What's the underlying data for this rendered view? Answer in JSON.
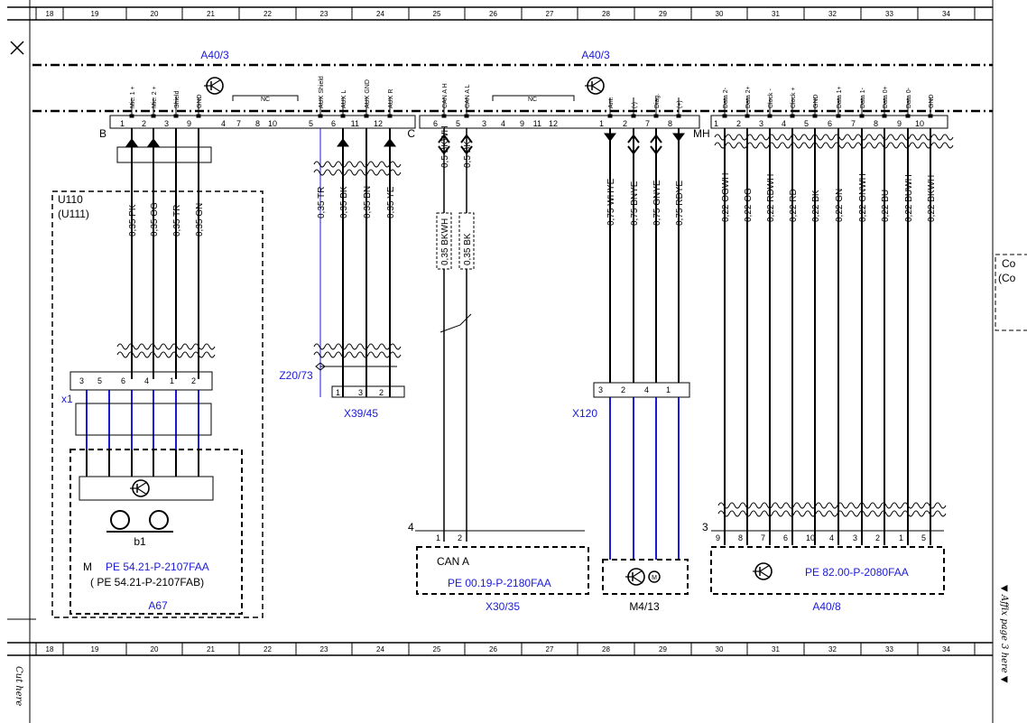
{
  "grid_columns": [
    "18",
    "19",
    "20",
    "21",
    "22",
    "23",
    "24",
    "25",
    "26",
    "27",
    "28",
    "29",
    "30",
    "31",
    "32",
    "33",
    "34"
  ],
  "connectors": {
    "a40_3_left": "A40/3",
    "a40_3_right": "A40/3",
    "b": "B",
    "c": "C",
    "mh": "MH",
    "nc": "NC"
  },
  "pins_b": [
    {
      "label": "Mic. 1 +",
      "num": "1"
    },
    {
      "label": "Mic. 2 +",
      "num": "2"
    },
    {
      "label": "Shield",
      "num": "3"
    },
    {
      "label": "GND",
      "num": "9"
    },
    {
      "label": "",
      "num": "4"
    },
    {
      "label": "",
      "num": "7"
    },
    {
      "label": "",
      "num": "8"
    },
    {
      "label": "",
      "num": "10"
    },
    {
      "label": "AUX Shield",
      "num": "5"
    },
    {
      "label": "AUX L",
      "num": "6"
    },
    {
      "label": "AUX GND",
      "num": "11"
    },
    {
      "label": "AUX R",
      "num": "12"
    }
  ],
  "pins_c": [
    {
      "label": "CAN A H",
      "num": "6"
    },
    {
      "label": "CAN A L",
      "num": "5"
    },
    {
      "label": "",
      "num": "3"
    },
    {
      "label": "",
      "num": "4"
    },
    {
      "label": "",
      "num": "9"
    },
    {
      "label": "",
      "num": "11"
    },
    {
      "label": "",
      "num": "12"
    },
    {
      "label": "Ant.",
      "num": "1"
    },
    {
      "label": "(-)",
      "num": "2"
    },
    {
      "label": "Diag.",
      "num": "7"
    },
    {
      "label": "(+)",
      "num": "8"
    }
  ],
  "pins_mh": [
    {
      "label": "Data 2-",
      "num": "1"
    },
    {
      "label": "Data 2+",
      "num": "2"
    },
    {
      "label": "Clock -",
      "num": "3"
    },
    {
      "label": "Clock +",
      "num": "4"
    },
    {
      "label": "GND",
      "num": "5"
    },
    {
      "label": "Data 1+",
      "num": "6"
    },
    {
      "label": "Data 1-",
      "num": "7"
    },
    {
      "label": "Data 0+",
      "num": "8"
    },
    {
      "label": "Data 0-",
      "num": "9"
    },
    {
      "label": "GND",
      "num": "10"
    }
  ],
  "wires": {
    "a67": [
      "0,35 PK",
      "0,35 OG",
      "0,35 TR",
      "0,35 GN"
    ],
    "aux": [
      "0,35 TR",
      "0,35 BK",
      "0,35 BN",
      "0,35 YE"
    ],
    "can_top": [
      "0,5 BKWH",
      "0,5 BK"
    ],
    "can_box": [
      "0,35 BKWH",
      "0,35 BK"
    ],
    "ant": [
      "0,75 WHYE",
      "0,75 BNYE",
      "0,75 GNYE",
      "0,75 RDYE"
    ],
    "data": [
      "0,22 OGWH",
      "0,22 OG",
      "0,22 RDWH",
      "0,22 RD",
      "0,22 BK",
      "0,22 GN",
      "0,22 GNWH",
      "0,22 BU",
      "0,22 BUWH",
      "0,22 BKWH"
    ]
  },
  "x1_pins": [
    "3",
    "5",
    "6",
    "4",
    "1",
    "2"
  ],
  "x39_pins": [
    "1",
    "3",
    "2"
  ],
  "x120_pins": [
    "3",
    "2",
    "4",
    "1"
  ],
  "x30_pins": [
    "1",
    "2"
  ],
  "a40_8_pins": [
    "9",
    "8",
    "7",
    "6",
    "10",
    "4",
    "3",
    "2",
    "1",
    "5"
  ],
  "labels": {
    "u110": "U110",
    "u111": "(U111)",
    "x1": "x1",
    "b1": "b1",
    "a67": "A67",
    "pe_a67_1": "PE 54.21-P-2107FAA",
    "pe_a67_2": "(      PE 54.21-P-2107FAB)",
    "z20": "Z20/73",
    "x39": "X39/45",
    "x120": "X120",
    "can_a": "CAN A",
    "pe_x30": "PE 00.19-P-2180FAA",
    "x30": "X30/35",
    "m4": "M4/13",
    "pe_a40_8": "PE 82.00-P-2080FAA",
    "a40_8": "A40/8",
    "num4": "4",
    "num3": "3",
    "right_co1": "Co",
    "right_co2": "(Co",
    "cut_here": "Cut here",
    "affix": "▼ Affix page 3 here ▼",
    "motor_m": "M"
  }
}
